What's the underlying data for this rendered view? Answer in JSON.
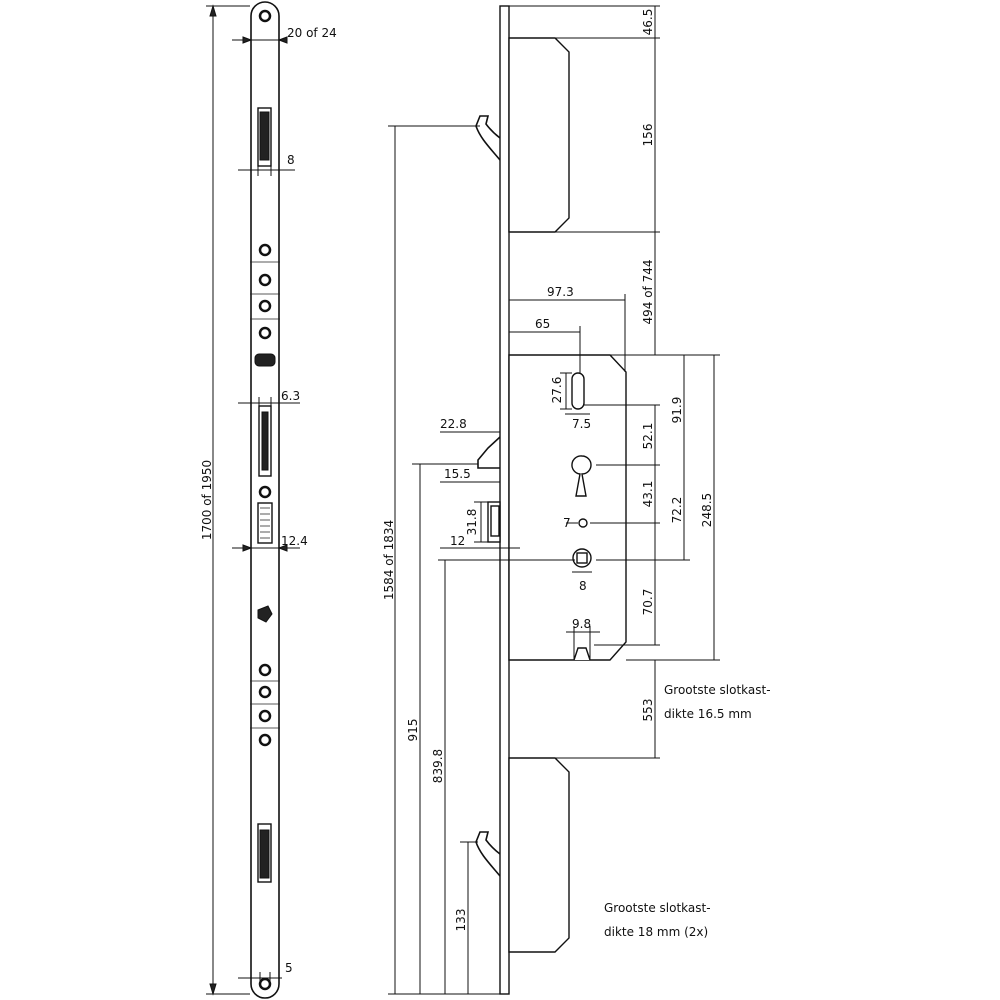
{
  "dimensions": {
    "left_rail_width": "20 of 24",
    "left_slot_8": "8",
    "left_6_3": "6.3",
    "left_12_4": "12.4",
    "left_5": "5",
    "left_length": "1700 of 1950",
    "bolt_height": "1584 of 1834",
    "h_915": "915",
    "h_839_8": "839.8",
    "h_133": "133",
    "top_46_5": "46.5",
    "top_156": "156",
    "gap_494": "494 of 744",
    "backset_97_3": "97.3",
    "backset_65": "65",
    "slot_27_6": "27.6",
    "slot_7_5": "7.5",
    "d_52_1": "52.1",
    "d_91_9": "91.9",
    "latch_22_8": "22.8",
    "latch_15_5": "15.5",
    "d_43_1": "43.1",
    "d_72_2": "72.2",
    "case_248_5": "248.5",
    "bolt_31_8": "31.8",
    "d_7": "7",
    "d_12": "12",
    "spindle_8": "8",
    "d_70_7": "70.7",
    "d_9_8": "9.8",
    "d_553": "553"
  },
  "notes": {
    "mid_line1": "Grootste slotkast-",
    "mid_line2": "dikte 16.5 mm",
    "bottom_line1": "Grootste slotkast-",
    "bottom_line2": "dikte 18 mm (2x)"
  }
}
